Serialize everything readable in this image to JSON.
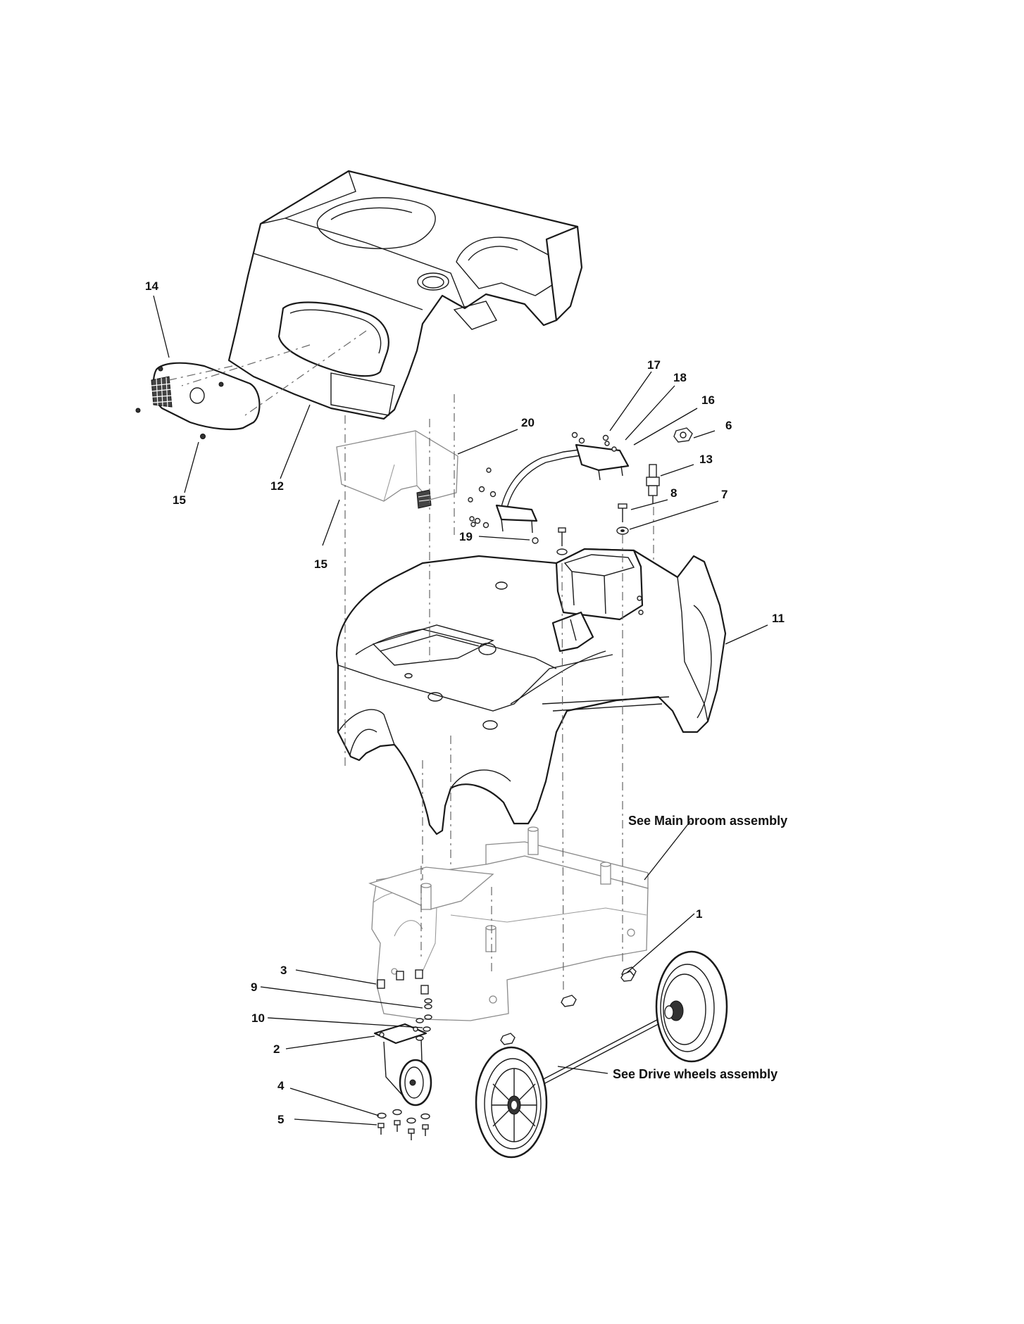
{
  "callouts": {
    "c1": "1",
    "c2": "2",
    "c3": "3",
    "c4": "4",
    "c5": "5",
    "c6": "6",
    "c7": "7",
    "c8": "8",
    "c9": "9",
    "c10": "10",
    "c11": "11",
    "c12": "12",
    "c13": "13",
    "c14": "14",
    "c15a": "15",
    "c15b": "15",
    "c16": "16",
    "c17": "17",
    "c18": "18",
    "c19": "19",
    "c20": "20"
  },
  "notes": {
    "main_broom": "See Main broom assembly",
    "drive_wheels": "See Drive wheels assembly"
  }
}
